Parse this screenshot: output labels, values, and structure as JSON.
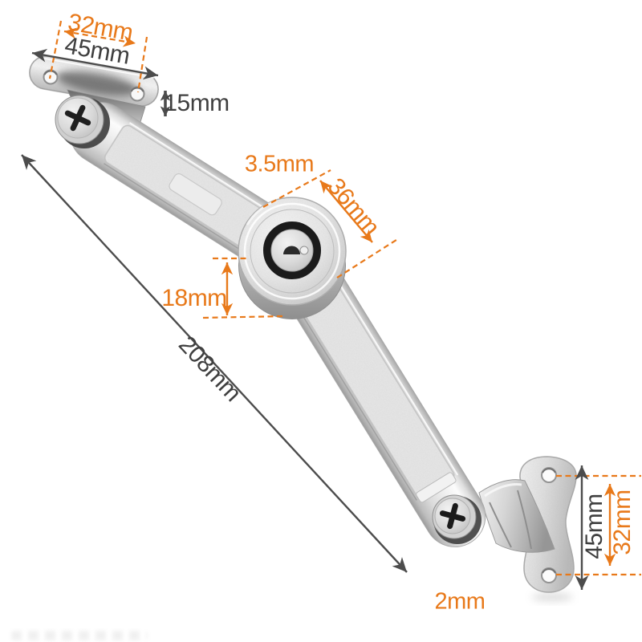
{
  "colors": {
    "accent": "#E8791A",
    "dim_text": "#3F3F3F",
    "dim_line": "#4C4C4C",
    "background": "#FFFFFF"
  },
  "dimensions": {
    "top_bracket": {
      "hole_spacing": "32mm",
      "plate_length": "45mm",
      "plate_width": "15mm"
    },
    "pivot": {
      "pin_diameter": "3.5mm",
      "hub_diameter": "36mm",
      "hub_height": "18mm"
    },
    "overall_length": "208mm",
    "bottom_bracket": {
      "plate_length": "45mm",
      "hole_spacing": "32mm",
      "plate_thickness": "2mm"
    }
  }
}
